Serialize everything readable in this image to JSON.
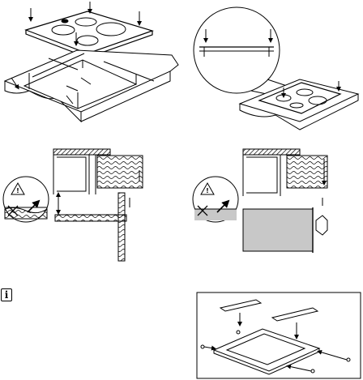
{
  "panels": [
    {
      "id": "hob-placement-overview"
    },
    {
      "id": "hob-placement-detail-magnified"
    },
    {
      "id": "worktop-clearance-with-drawer"
    },
    {
      "id": "worktop-clearance-with-oven"
    },
    {
      "id": "mounting-brackets-assembly"
    }
  ],
  "icons": {
    "info": "i",
    "warning": "!"
  },
  "colors": {
    "stroke": "#000000",
    "background": "#ffffff",
    "oven_fill": "#c8c8c8",
    "hatch": "#000000"
  }
}
